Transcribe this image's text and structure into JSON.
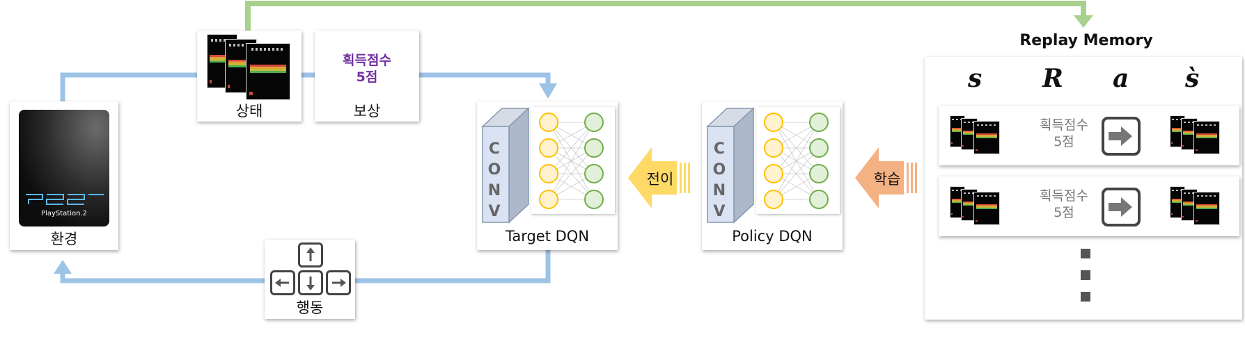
{
  "environment": {
    "label": "환경",
    "console_logo": "PlayStation.2"
  },
  "state_card": {
    "label": "상태"
  },
  "reward_card": {
    "score_line1": "획득점수",
    "score_line2": "5점",
    "label": "보상"
  },
  "action_card": {
    "label": "행동"
  },
  "target_dqn": {
    "label": "Target DQN",
    "conv_text": [
      "C",
      "O",
      "N",
      "V"
    ]
  },
  "policy_dqn": {
    "label": "Policy DQN",
    "conv_text": [
      "C",
      "O",
      "N",
      "V"
    ]
  },
  "transfer_arrow": {
    "label": "전이"
  },
  "learn_arrow": {
    "label": "학습"
  },
  "replay_memory": {
    "title": "Replay Memory",
    "columns": [
      "s",
      "R",
      "a",
      "s̀"
    ],
    "rows": [
      {
        "score_line1": "획득점수",
        "score_line2": "5점",
        "action_icon": "right-arrow-key-icon"
      },
      {
        "score_line1": "획득점수",
        "score_line2": "5점",
        "action_icon": "right-arrow-key-icon"
      }
    ]
  },
  "colors": {
    "blue_flow": "#9dc3e6",
    "green_flow": "#a9d18e",
    "score_purple": "#7030a0",
    "node_yellow": "#ffc000",
    "node_green": "#70ad47",
    "transfer_yellow": "#ffd966",
    "learn_orange": "#f4b183"
  }
}
